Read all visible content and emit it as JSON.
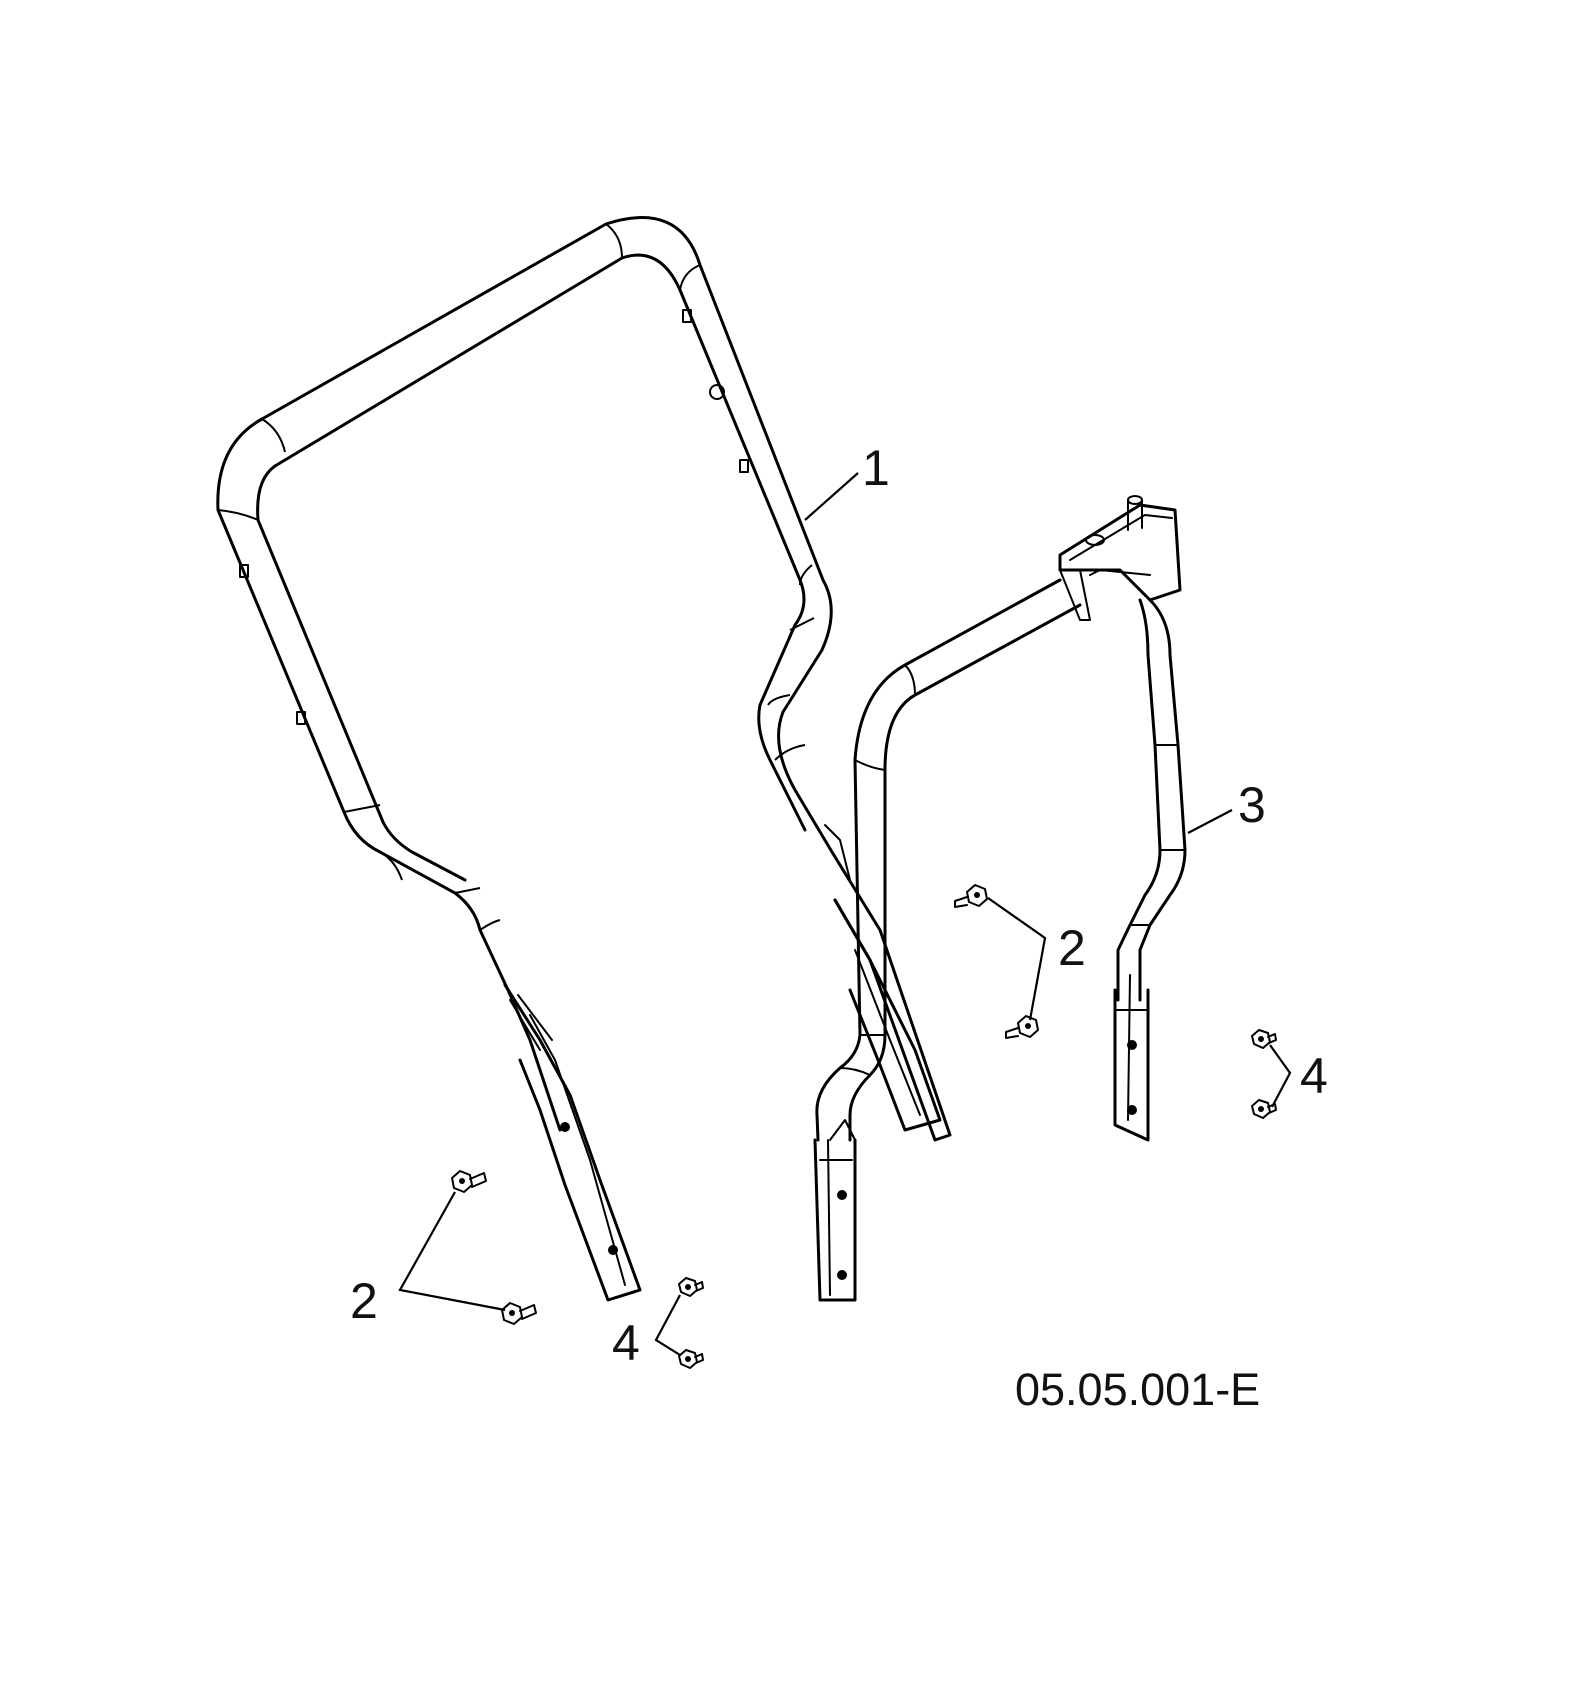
{
  "diagram": {
    "callouts": {
      "part_1": "1",
      "part_3": "3",
      "part_2_right": "2",
      "part_2_left": "2",
      "part_4_right": "4",
      "part_4_left": "4"
    },
    "reference_code": "05.05.001-E"
  }
}
